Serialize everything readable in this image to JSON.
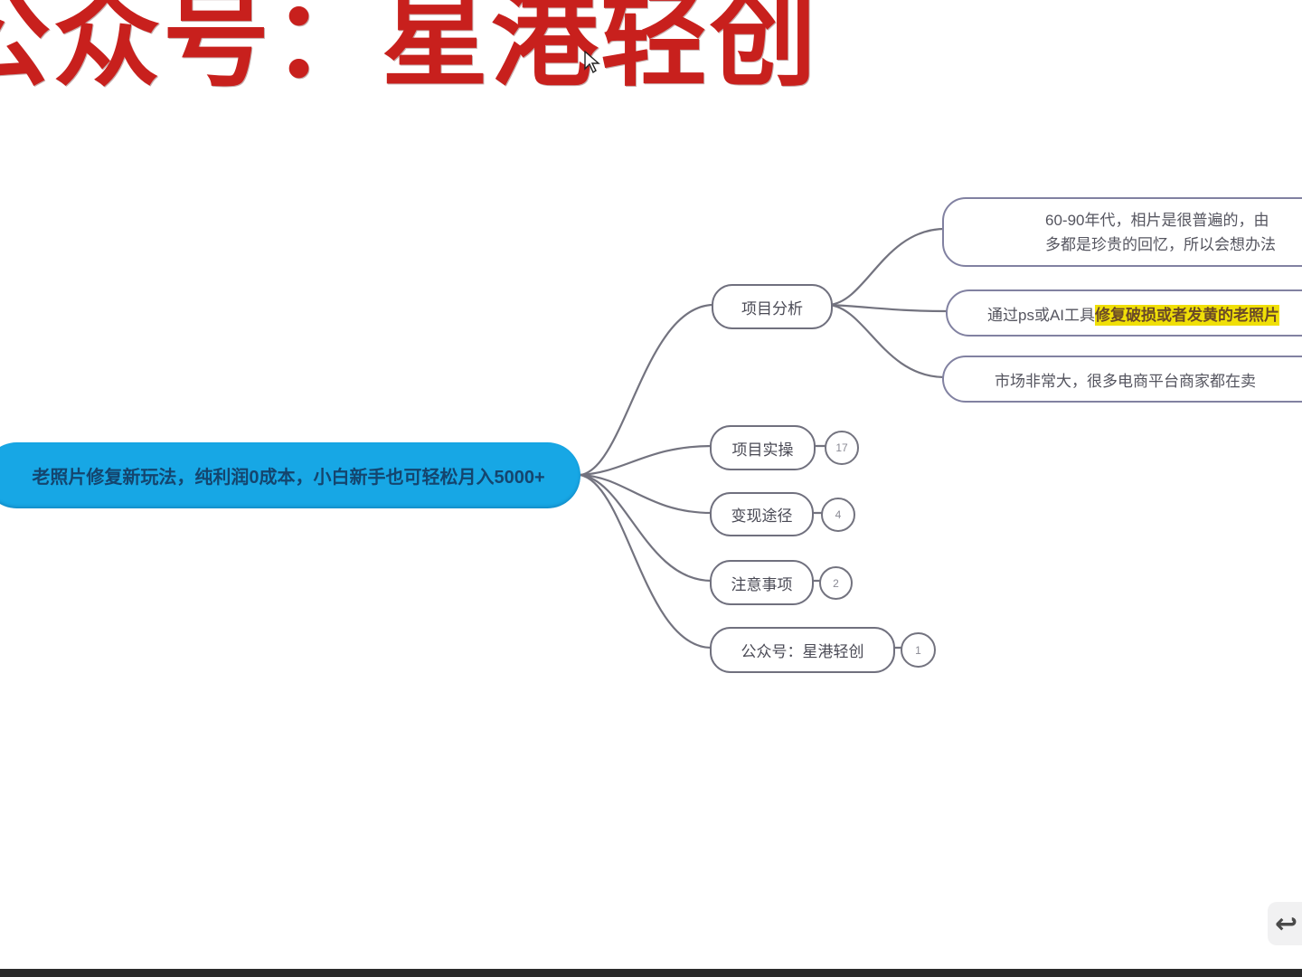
{
  "title": {
    "text": "公众号：星港轻创",
    "color": "#c8201d"
  },
  "root": {
    "text": "老照片修复新玩法，纯利润0成本，小白新手也可轻松月入5000+",
    "bg_color": "#17a7e5",
    "text_color": "#14456e"
  },
  "branches": {
    "analysis": {
      "label": "项目分析"
    },
    "practice": {
      "label": "项目实操",
      "badge": "17"
    },
    "monetize": {
      "label": "变现途径",
      "badge": "4"
    },
    "notes": {
      "label": "注意事项",
      "badge": "2"
    },
    "wechat": {
      "label": "公众号：星港轻创",
      "badge": "1"
    }
  },
  "leaves": {
    "era": {
      "line1": "60-90年代，相片是很普遍的，由",
      "line2": "多都是珍贵的回忆，所以会想办法"
    },
    "tool": {
      "prefix": "通过ps或AI工具",
      "highlight": "修复破损或者发黄的老照片",
      "highlight_color": "#f0df07"
    },
    "market": {
      "text": "市场非常大，很多电商平台商家都在卖"
    }
  },
  "icons": {
    "undo": "↩"
  },
  "colors": {
    "connector": "#73737f",
    "leaf_border": "#8181a1",
    "node_border": "#70707e"
  }
}
